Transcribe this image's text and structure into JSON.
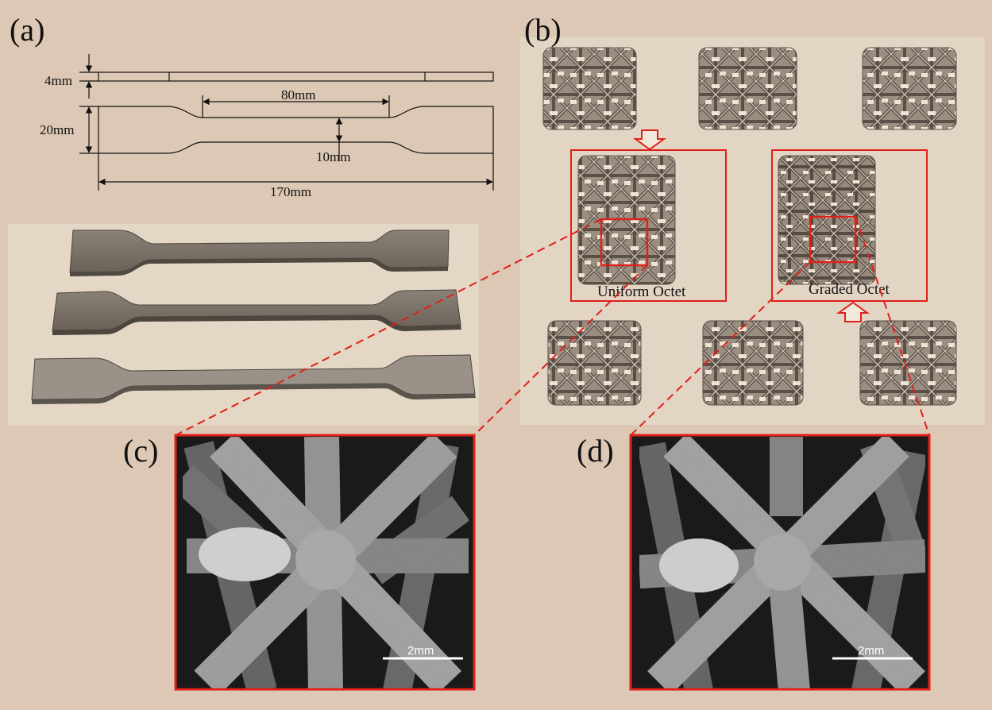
{
  "panels": {
    "a": {
      "label": "(a)",
      "dimensions": {
        "thickness": "4mm",
        "width": "20mm",
        "gauge_length": "80mm",
        "gauge_width": "10mm",
        "total_length": "170mm"
      },
      "photo": {
        "content": "three dogbone tensile specimens",
        "specimen_count": 3
      }
    },
    "b": {
      "label": "(b)",
      "captions": {
        "uniform": "Uniform Octet",
        "graded": "Graded Octet"
      },
      "sample_count_top": 3,
      "sample_count_bottom": 3
    },
    "c": {
      "label": "(c)",
      "scale_bar": "2mm"
    },
    "d": {
      "label": "(d)",
      "scale_bar": "2mm"
    }
  },
  "colors": {
    "background": "#dcc8b4",
    "highlight": "#e0201a",
    "photo_bg": "#e3d5c3"
  }
}
